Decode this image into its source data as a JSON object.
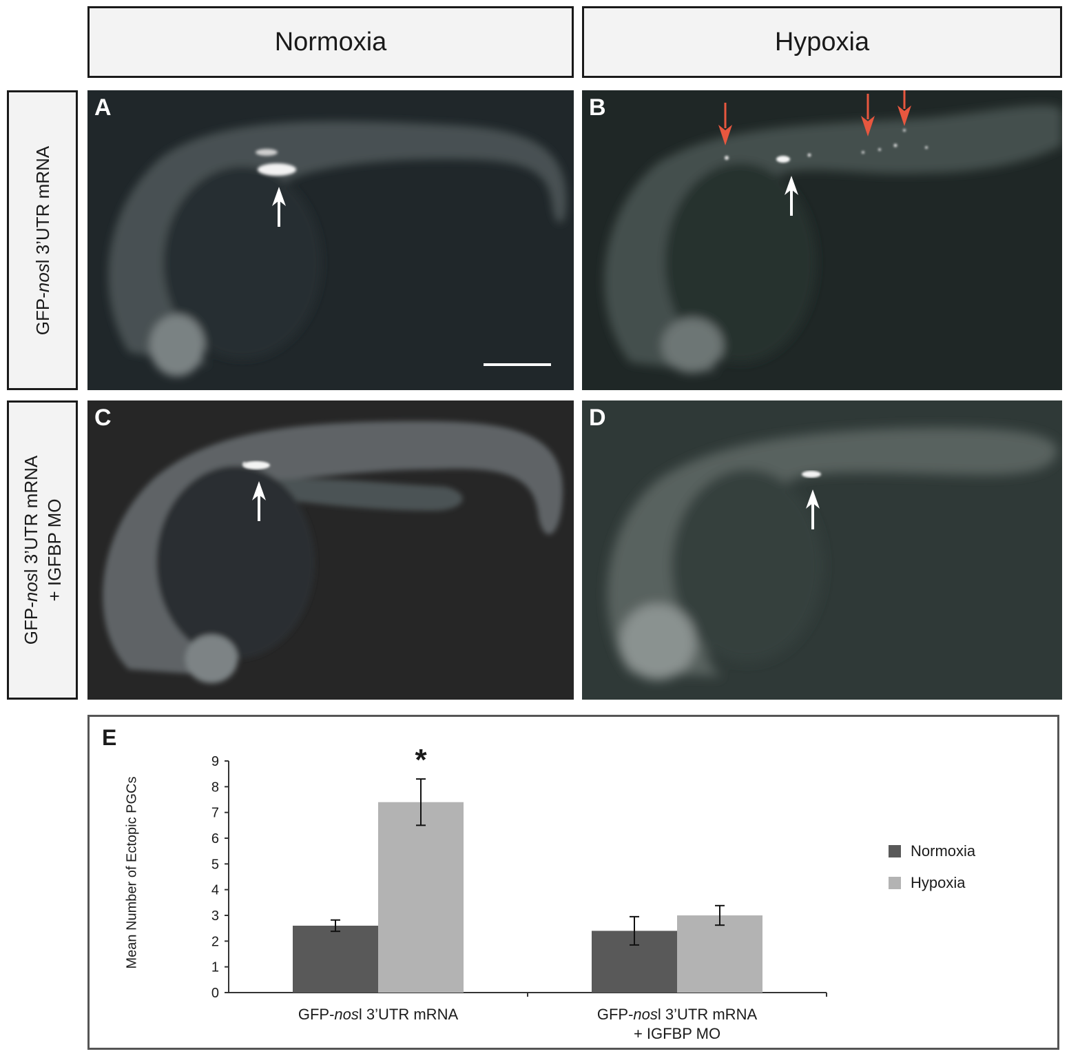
{
  "headers": {
    "normoxia": "Normoxia",
    "hypoxia": "Hypoxia"
  },
  "row_labels": {
    "row1": {
      "line1_pre": "GFP-",
      "line1_ital": "nos",
      "line1_post": "l 3’UTR mRNA"
    },
    "row2": {
      "line1_pre": "GFP-",
      "line1_ital": "nos",
      "line1_post": "l 3’UTR mRNA",
      "line2": "+ IGFBP MO"
    }
  },
  "panels": {
    "a": "A",
    "b": "B",
    "c": "C",
    "d": "D"
  },
  "colors": {
    "normoxia_bar": "#595959",
    "hypoxia_bar": "#b3b3b3",
    "red_arrow": "#e8573f",
    "panel_bg_a": "#20272a",
    "panel_bg_b": "#1f2726",
    "panel_bg_c": "#262626",
    "panel_bg_d": "#2f3937"
  },
  "chart_data": {
    "panel_label": "E",
    "type": "bar",
    "ylabel": "Mean Number of Ectopic PGCs",
    "ylim": [
      0,
      9
    ],
    "yticks": [
      "0",
      "1",
      "2",
      "3",
      "4",
      "5",
      "6",
      "7",
      "8",
      "9"
    ],
    "categories": [
      {
        "line1_pre": "GFP-",
        "line1_ital": "nos",
        "line1_post": "l 3’UTR mRNA",
        "line2": ""
      },
      {
        "line1_pre": "GFP-",
        "line1_ital": "nos",
        "line1_post": "l 3’UTR mRNA",
        "line2": "+ IGFBP MO"
      }
    ],
    "series": [
      {
        "name": "Normoxia",
        "values": [
          2.6,
          2.4
        ],
        "errors": [
          0.22,
          0.55
        ]
      },
      {
        "name": "Hypoxia",
        "values": [
          7.4,
          3.0
        ],
        "errors": [
          0.9,
          0.38
        ]
      }
    ],
    "significance": {
      "symbol": "*",
      "category_index": 0,
      "series_index": 1
    },
    "legend_position": "right",
    "grid": false
  }
}
